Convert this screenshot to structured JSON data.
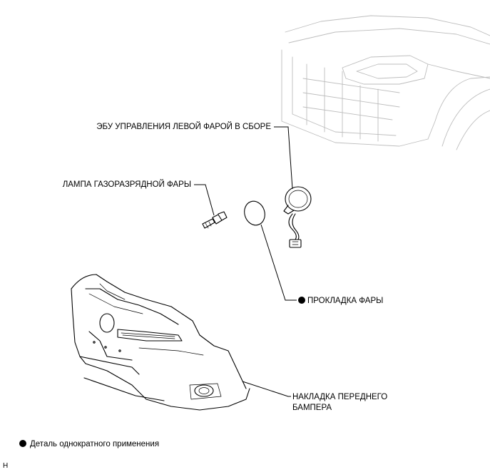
{
  "labels": {
    "ecu": "ЭБУ УПРАВЛЕНИЯ ЛЕВОЙ ФАРОЙ В СБОРЕ",
    "bulb": "ЛАМПА ГАЗОРАЗРЯДНОЙ ФАРЫ",
    "gasket": "ПРОКЛАДКА ФАРЫ",
    "bumper_line1": "НАКЛАДКА ПЕРЕДНЕГО",
    "bumper_line2": "БАМПЕРА"
  },
  "legend": {
    "text": "Деталь однократного применения",
    "marker_icon": "filled-circle-icon"
  },
  "figure_code": "H",
  "colors": {
    "line": "#000000",
    "vehicle_outline": "#bdbdbd",
    "background": "#ffffff"
  }
}
